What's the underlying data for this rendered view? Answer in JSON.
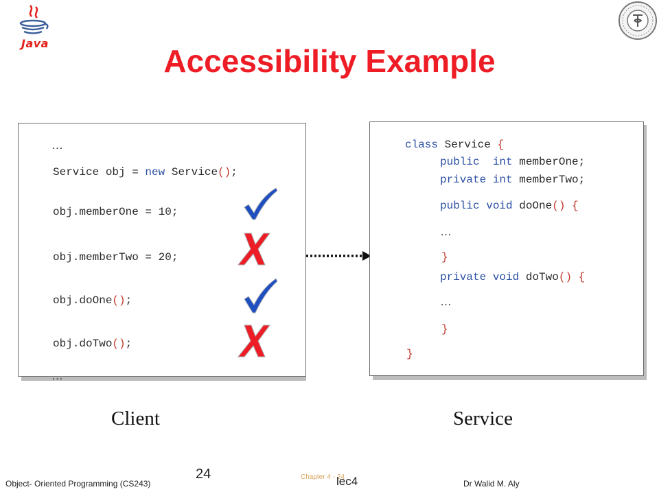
{
  "logo": {
    "text": "Java",
    "icon": "java-coffee-cup-icon"
  },
  "seal": {
    "icon": "college-seal-icon"
  },
  "title": "Accessibility Example",
  "client": {
    "ellipsis_top": "…",
    "line_decl": {
      "a": "Service obj = ",
      "kw": "new",
      "b": " Service",
      "paren": "()",
      "c": ";"
    },
    "line_m1": "obj.memberOne = 10;",
    "line_m2": "obj.memberTwo = 20;",
    "line_d1": {
      "a": "obj.doOne",
      "paren": "()",
      "c": ";"
    },
    "line_d2": {
      "a": "obj.doTwo",
      "paren": "()",
      "c": ";"
    },
    "ellipsis_bottom": "…",
    "marks": [
      {
        "line": "obj.memberOne = 10;",
        "icon": "check-mark-icon",
        "allowed": true
      },
      {
        "line": "obj.memberTwo = 20;",
        "icon": "cross-mark-icon",
        "allowed": false
      },
      {
        "line": "obj.doOne();",
        "icon": "check-mark-icon",
        "allowed": true
      },
      {
        "line": "obj.doTwo();",
        "icon": "cross-mark-icon",
        "allowed": false
      }
    ]
  },
  "service": {
    "line_class": {
      "kw": "class",
      "b": " Service ",
      "brace": "{"
    },
    "line_pub_field": {
      "kw": "public",
      "sp": "  ",
      "kw2": "int",
      "b": " memberOne;"
    },
    "line_priv_field": {
      "kw": "private",
      "sp": " ",
      "kw2": "int",
      "b": " memberTwo;"
    },
    "line_pub_method": {
      "kw": "public",
      "sp": " ",
      "kw2": "void",
      "b": " doOne",
      "paren": "()",
      "brace": " {"
    },
    "ellipsis_1": "…",
    "close_1": "}",
    "line_priv_method": {
      "kw": "private",
      "sp": " ",
      "kw2": "void",
      "b": " doTwo",
      "paren": "()",
      "brace": " {"
    },
    "ellipsis_2": "…",
    "close_2": "}",
    "close_class": "}"
  },
  "captions": {
    "client": "Client",
    "service": "Service"
  },
  "footer": {
    "course": "Object- Oriented Programming (CS243)",
    "slide_number": "24",
    "chapter": "Chapter 4 - 24",
    "lecture": "lec4",
    "author": "Dr Walid M. Aly"
  },
  "colors": {
    "title": "#ee1c25",
    "keyword": "#2b4fa2",
    "punct": "#c0392b",
    "check": "#1f4fbf",
    "cross": "#ee1c25"
  }
}
